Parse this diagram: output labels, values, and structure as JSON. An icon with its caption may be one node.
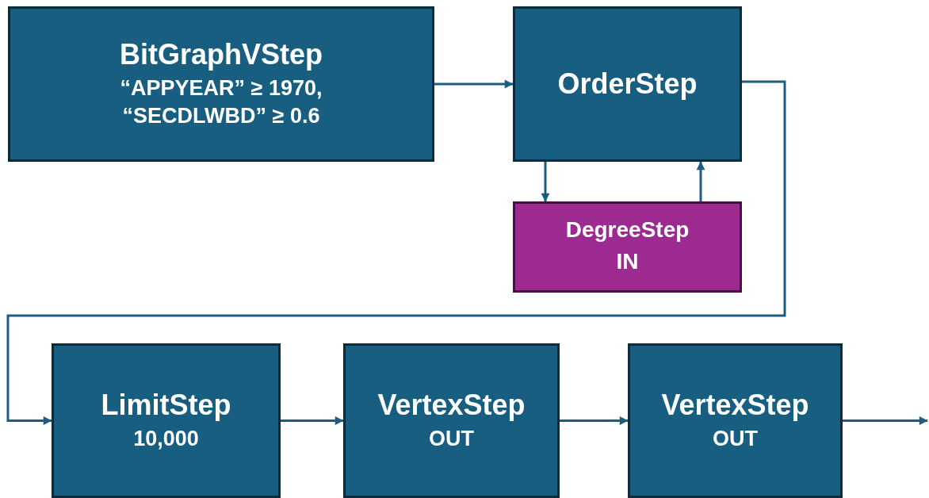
{
  "diagram": {
    "nodes": [
      {
        "text": [
          "BitGraphVStep",
          "“APPYEAR” ≥ 1970, “SECDLWBD” ≥ 0.6"
        ]
      },
      {
        "text": [
          "OrderStep"
        ]
      },
      {
        "text": [
          "DegreeStep",
          "IN"
        ]
      },
      {
        "text": [
          "LimitStep",
          "10,000"
        ]
      },
      {
        "text": [
          "VertexStep",
          "OUT"
        ]
      },
      {
        "text": [
          "VertexStep",
          "OUT"
        ]
      }
    ],
    "edges": [
      {
        "from": 0,
        "to": 1,
        "arrow": "to"
      },
      {
        "from": 1,
        "to": 2,
        "arrow": "to"
      },
      {
        "from": 2,
        "to": 1,
        "arrow": "to"
      },
      {
        "from": 1,
        "to": 3,
        "arrow": "to"
      },
      {
        "from": 3,
        "to": 4,
        "arrow": "to"
      },
      {
        "from": 4,
        "to": 5,
        "arrow": "to"
      },
      {
        "from": 5,
        "to": null,
        "arrow": "to"
      }
    ]
  }
}
